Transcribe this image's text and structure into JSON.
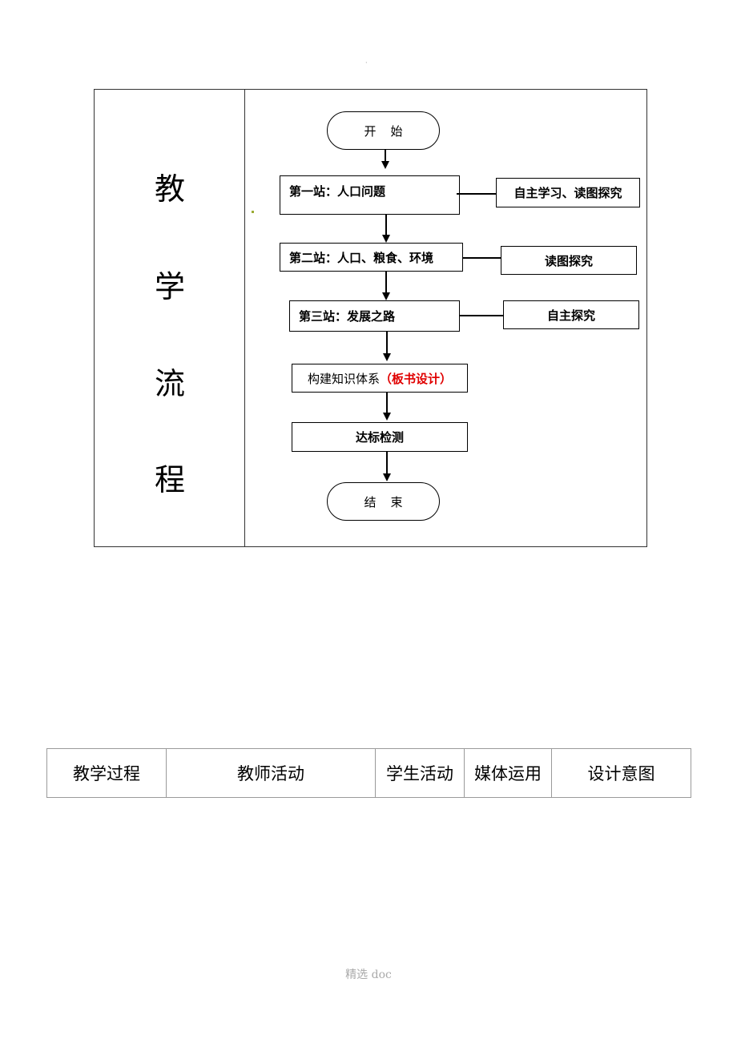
{
  "page": {
    "top_mark": "·",
    "footer": "精选 doc"
  },
  "flow_section": {
    "title_chars": [
      "教",
      "学",
      "流",
      "程"
    ],
    "start": "开始",
    "station1": "第一站：人口问题",
    "station1_method": "自主学习、读图探究",
    "station2": "第二站：人口、粮食、环境",
    "station2_method": "读图探究",
    "station3": "第三站：发展之路",
    "station3_method": "自主探究",
    "build_text": "构建知识体系",
    "build_highlight": "（板书设计）",
    "test": "达标检测",
    "end": "结束"
  },
  "table_header": {
    "columns": [
      "教学过程",
      "教师活动",
      "学生活动",
      "媒体运用",
      "设计意图"
    ]
  },
  "colors": {
    "highlight": "#e00000",
    "table_border": "#9a9a9a",
    "footer_text": "#aaaaaa"
  }
}
